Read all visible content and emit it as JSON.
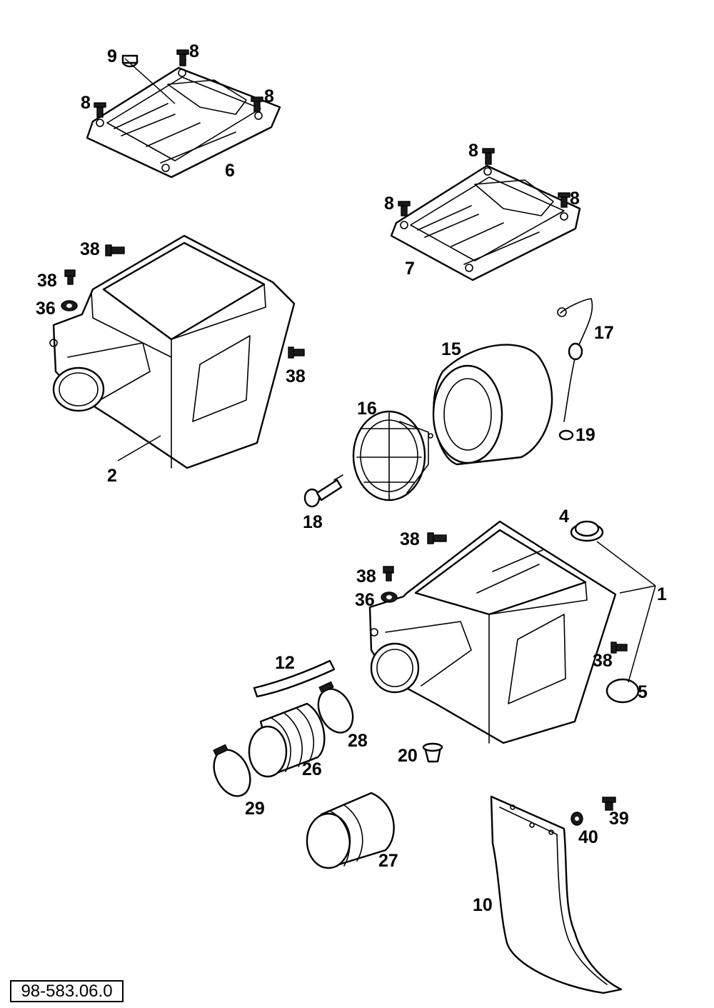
{
  "labels": {
    "l1": "1",
    "l2": "2",
    "l4": "4",
    "l5": "5",
    "l6": "6",
    "l7": "7",
    "l8a": "8",
    "l8b": "8",
    "l8c": "8",
    "l8d": "8",
    "l8e": "8",
    "l8f": "8",
    "l9": "9",
    "l10": "10",
    "l12": "12",
    "l15": "15",
    "l16": "16",
    "l17": "17",
    "l18": "18",
    "l19": "19",
    "l20": "20",
    "l26": "26",
    "l27": "27",
    "l28": "28",
    "l29": "29",
    "l36a": "36",
    "l36b": "36",
    "l38a": "38",
    "l38b": "38",
    "l38c": "38",
    "l38d": "38",
    "l38e": "38",
    "l38f": "38",
    "l39": "39",
    "l40": "40"
  },
  "document_number": "98-583.06.0"
}
